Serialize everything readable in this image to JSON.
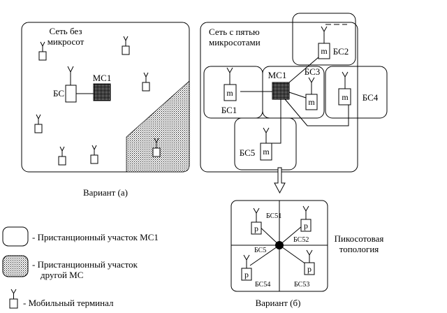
{
  "panel_a": {
    "title_line1": "Сеть без",
    "title_line2": "микросот",
    "bs_label": "БС",
    "ms_label": "МС1",
    "caption": "Вариант (а)"
  },
  "panel_b": {
    "title_line1": "Сеть с пятью",
    "title_line2": "микросотами",
    "ms_label": "МС1",
    "station_marker": "m",
    "bs1": "БС1",
    "bs2": "БС2",
    "bs3": "БС3",
    "bs4": "БС4",
    "bs5": "БС5"
  },
  "pico": {
    "bs51": "БС51",
    "bs52": "БС52",
    "bs53": "БС53",
    "bs54": "БС54",
    "bs5": "БС5",
    "station_marker": "p",
    "topology_line1": "Пикосотовая",
    "topology_line2": "топология",
    "caption": "Вариант (б)"
  },
  "legend": {
    "area_ms1": "- Пристанционный участок МС1",
    "area_other_line1": "- Пристанционный участок",
    "area_other_line2": "другой МС",
    "terminal": "- Мобильный терминал"
  },
  "colors": {
    "stroke": "#000000",
    "background": "#ffffff",
    "hatch": "#000000"
  }
}
